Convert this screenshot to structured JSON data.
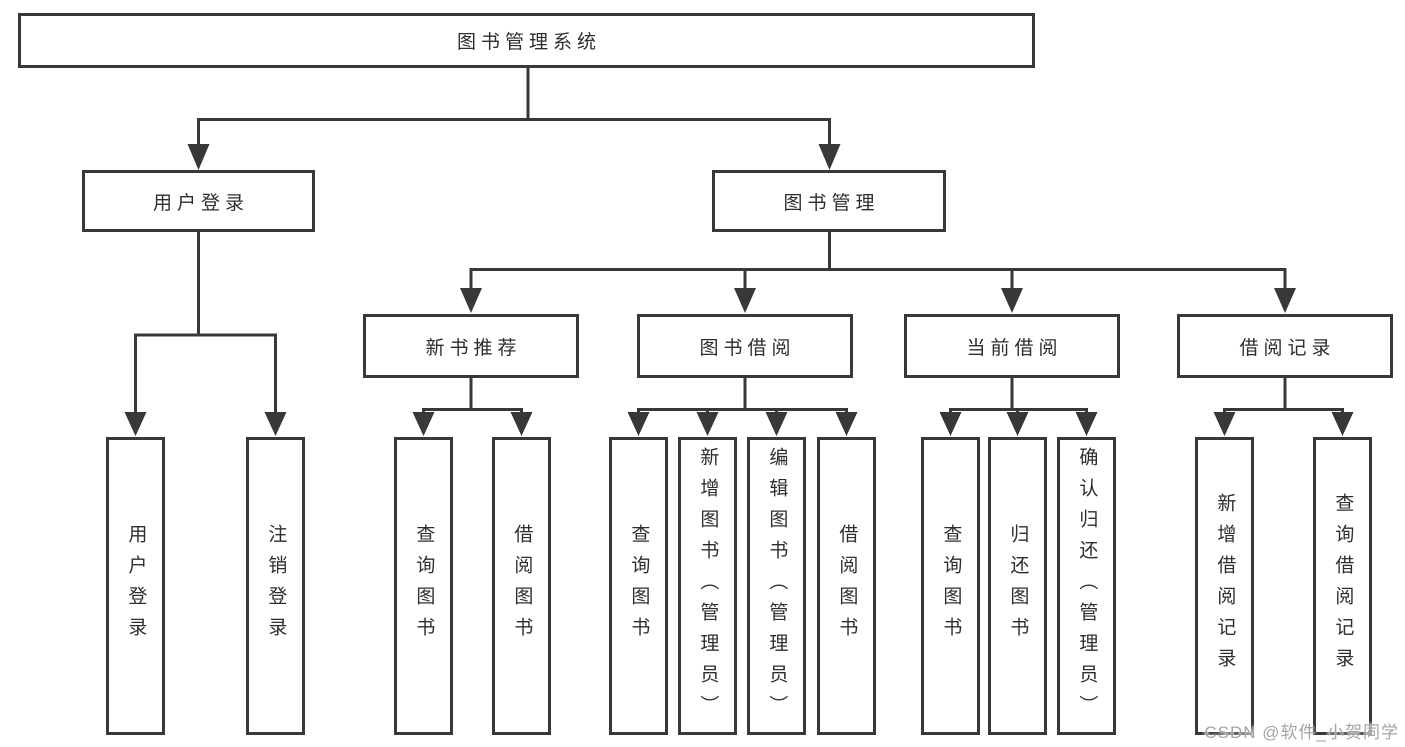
{
  "diagram": {
    "type": "tree",
    "root": {
      "label": "图书管理系统"
    },
    "branches": [
      {
        "label": "用户登录",
        "leaves": [
          {
            "label": "用户登录"
          },
          {
            "label": "注销登录"
          }
        ]
      },
      {
        "label": "图书管理",
        "groups": [
          {
            "label": "新书推荐",
            "leaves": [
              {
                "label": "查询图书"
              },
              {
                "label": "借阅图书"
              }
            ]
          },
          {
            "label": "图书借阅",
            "leaves": [
              {
                "label": "查询图书"
              },
              {
                "label": "新增图书（管理员）"
              },
              {
                "label": "编辑图书（管理员）"
              },
              {
                "label": "借阅图书"
              }
            ]
          },
          {
            "label": "当前借阅",
            "leaves": [
              {
                "label": "查询图书"
              },
              {
                "label": "归还图书"
              },
              {
                "label": "确认归还（管理员）"
              }
            ]
          },
          {
            "label": "借阅记录",
            "leaves": [
              {
                "label": "新增借阅记录"
              },
              {
                "label": "查询借阅记录"
              }
            ]
          }
        ]
      }
    ]
  },
  "watermark": {
    "text": "CSDN @软件_小贺同学"
  },
  "colors": {
    "line": "#383838",
    "text": "#2e2e2e",
    "watermark": "#a3a3a3",
    "background": "#ffffff"
  }
}
